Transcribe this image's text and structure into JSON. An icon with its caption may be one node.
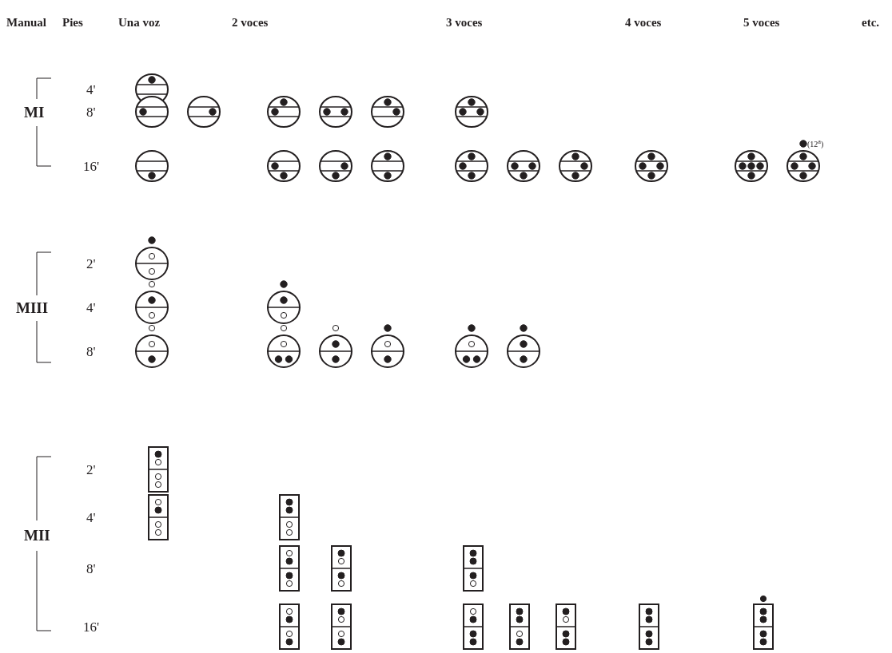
{
  "diagram": {
    "labels": [
      "Manual",
      "Pies",
      "Una voz",
      "2 voces",
      "3 voces",
      "4 voces",
      "5 voces",
      "etc.",
      "4'",
      "MI",
      "8'",
      "(12$^{a}$)",
      "16'",
      "2'",
      "MIII",
      "4'",
      "8'",
      "2'",
      "4'",
      "MII",
      "8'",
      "16'"
    ]
  }
}
